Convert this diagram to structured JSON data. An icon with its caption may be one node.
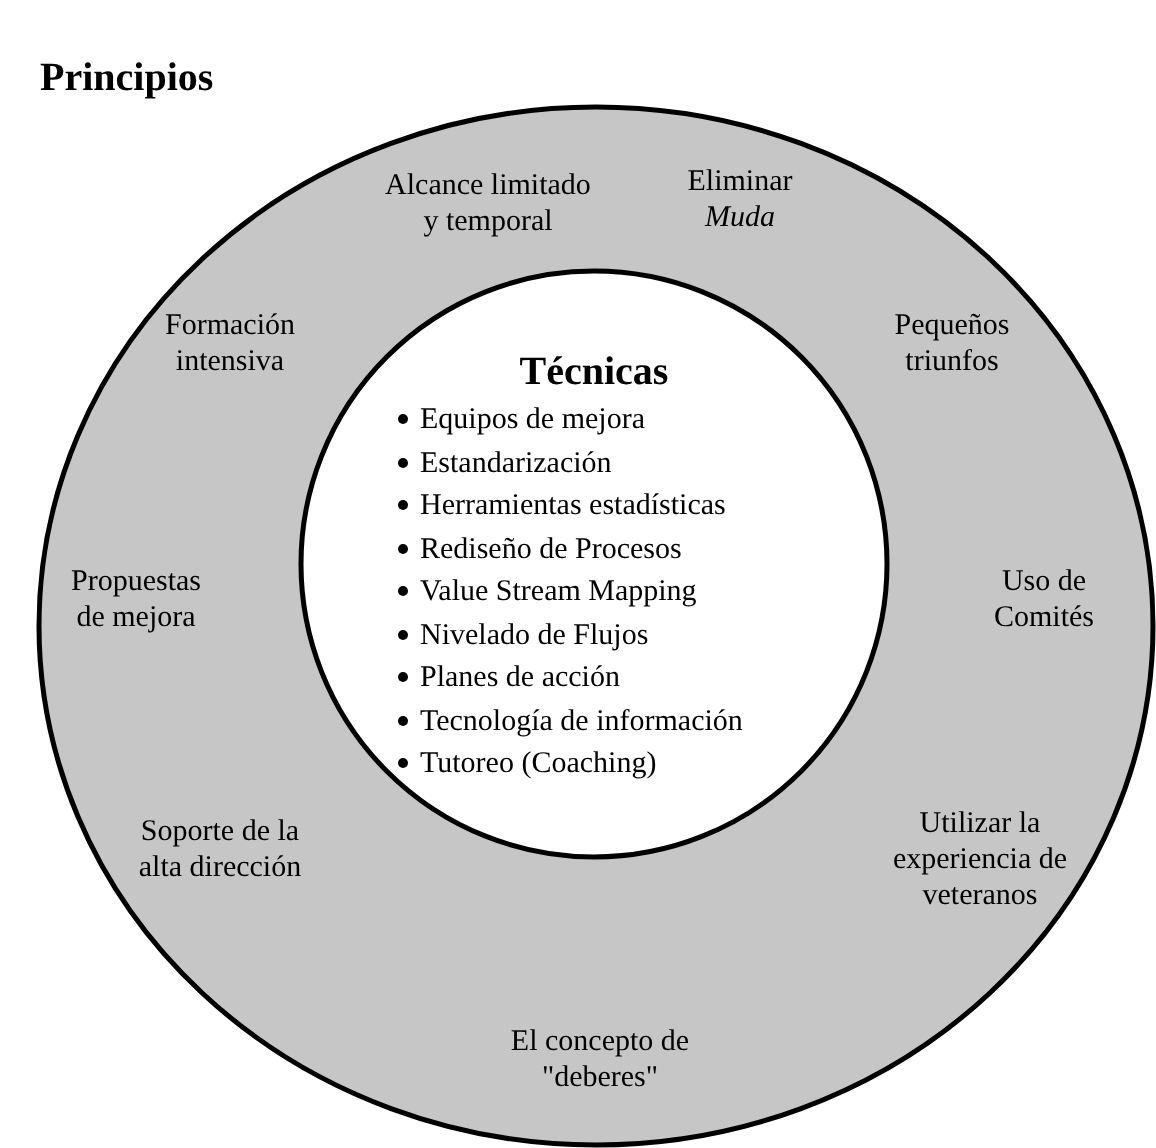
{
  "diagram": {
    "nodes": [
      {
        "text": [
          "Principios",
          "Alcance limitado y temporal",
          "Eliminar *Muda*",
          "Formación intensiva",
          "Pequeños triunfos",
          "Propuestas de mejora",
          "Uso de Comités",
          "Soporte de la alta dirección",
          "Utilizar la experiencia de veteranos",
          "El concepto de \"deberes\""
        ]
      },
      {
        "text": [
          "Técnicas",
          "Equipos de mejora",
          "Estandarización",
          "Herramientas estadísticas",
          "Rediseño de Procesos",
          "Value Stream Mapping",
          "Nivelado de Flujos",
          "Planes de acción",
          "Tecnología de información",
          "Tutoreo (Coaching)"
        ],
        "in": 0
      }
    ]
  }
}
